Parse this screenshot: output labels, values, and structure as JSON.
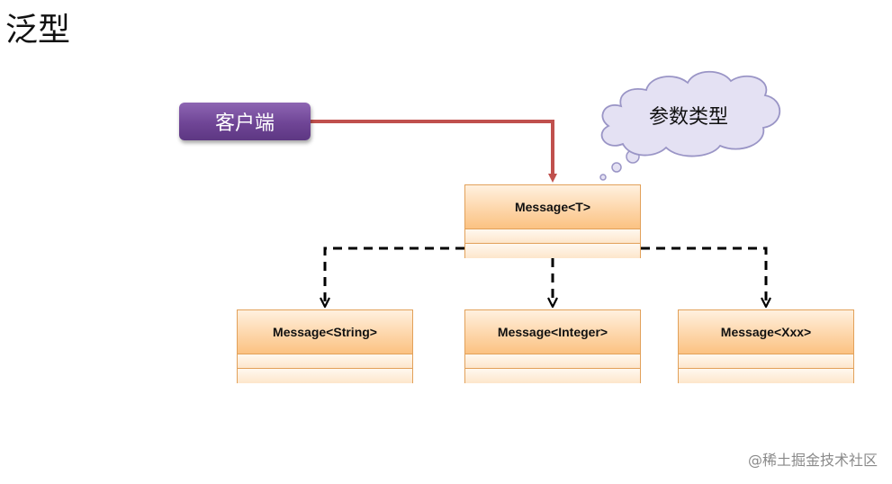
{
  "title": "泛型",
  "client": {
    "label": "客户端",
    "color": "#6f4596"
  },
  "thought_bubble": {
    "label": "参数类型",
    "fill": "#e4e1f3",
    "stroke": "#9a95c6"
  },
  "classes": {
    "generic": {
      "name": "Message<T>"
    },
    "string": {
      "name": "Message<String>"
    },
    "integer": {
      "name": "Message<Integer>"
    },
    "xxx": {
      "name": "Message<Xxx>"
    }
  },
  "colors": {
    "arrow": "#c0504d",
    "dashed": "#000000",
    "class_border": "#e2a15a"
  },
  "watermark": "@稀土掘金技术社区"
}
